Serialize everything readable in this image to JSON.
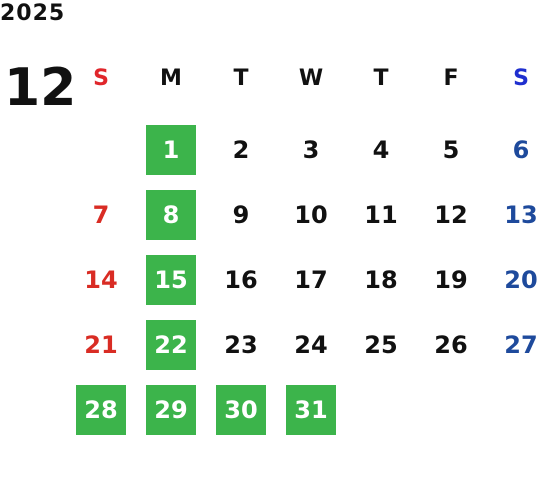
{
  "header": {
    "year": "2025",
    "month": "12"
  },
  "weekdays": [
    "S",
    "M",
    "T",
    "W",
    "T",
    "F",
    "S"
  ],
  "weeks": [
    [
      "",
      "1",
      "2",
      "3",
      "4",
      "5",
      "6"
    ],
    [
      "7",
      "8",
      "9",
      "10",
      "11",
      "12",
      "13"
    ],
    [
      "14",
      "15",
      "16",
      "17",
      "18",
      "19",
      "20"
    ],
    [
      "21",
      "22",
      "23",
      "24",
      "25",
      "26",
      "27"
    ],
    [
      "28",
      "29",
      "30",
      "31",
      "",
      "",
      ""
    ]
  ],
  "highlighted_days": [
    "1",
    "8",
    "15",
    "22",
    "28",
    "29",
    "30",
    "31"
  ],
  "colors": {
    "sunday": "#d92c24",
    "saturday": "#1e4a9c",
    "highlight": "#3cb44b",
    "text": "#111111"
  }
}
